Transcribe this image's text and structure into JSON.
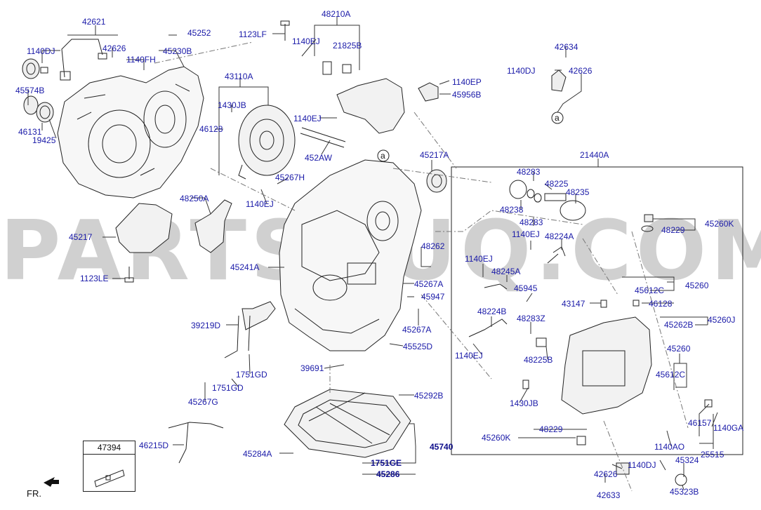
{
  "watermark": "PARTSOUQ.COM",
  "callout_letter": "a",
  "direction_label": "FR.",
  "labels": {
    "p42621": "42621",
    "p45252": "45252",
    "p1140DJ_a": "1140DJ",
    "p42626_a": "42626",
    "p1140FH": "1140FH",
    "p45230B": "45230B",
    "p45574B": "45574B",
    "p46131": "46131",
    "p19425": "19425",
    "p48210A": "48210A",
    "p1123LF": "1123LF",
    "p1140EJ_a": "1140EJ",
    "p21825B": "21825B",
    "p42634": "42634",
    "p1140DJ_b": "1140DJ",
    "p42626_b": "42626",
    "p1140EP": "1140EP",
    "p45956B": "45956B",
    "p43110A": "43110A",
    "p1430JB_a": "1430JB",
    "p46128_a": "46128",
    "p1140EJ_b": "1140EJ",
    "p452AW": "452AW",
    "p45217A": "45217A",
    "p21440A": "21440A",
    "p45267H": "45267H",
    "p1140EJ_c": "1140EJ",
    "p48250A": "48250A",
    "p45217": "45217",
    "p1123LE": "1123LE",
    "p45241A": "45241A",
    "p48262": "48262",
    "p45267A_a": "45267A",
    "p45947": "45947",
    "p45267A_b": "45267A",
    "p45525D": "45525D",
    "p39219D": "39219D",
    "p1751GD_a": "1751GD",
    "p1751GD_b": "1751GD",
    "p39691": "39691",
    "p45267G": "45267G",
    "p45292B": "45292B",
    "p46215D": "46215D",
    "p45284A": "45284A",
    "p45740": "45740",
    "p1751GE": "1751GE",
    "p45286": "45286",
    "p47394": "47394",
    "p48283_a": "48283",
    "p48225": "48225",
    "p48235": "48235",
    "p48238": "48238",
    "p48283_b": "48283",
    "p45260K_a": "45260K",
    "p48229_a": "48229",
    "p1140EJ_d": "1140EJ",
    "p48224A": "48224A",
    "p1140EJ_e": "1140EJ",
    "p48245A": "48245A",
    "p45945": "45945",
    "p45612C_a": "45612C",
    "p45260_a": "45260",
    "p43147": "43147",
    "p46128_b": "46128",
    "p48224B": "48224B",
    "p48283Z": "48283Z",
    "p45262B": "45262B",
    "p45260J": "45260J",
    "p1140EJ_f": "1140EJ",
    "p48225B": "48225B",
    "p45260_b": "45260",
    "p45612C_b": "45612C",
    "p1430JB_b": "1430JB",
    "p46157": "46157",
    "p1140GA": "1140GA",
    "p45260K_b": "45260K",
    "p48229_b": "48229",
    "p1140AO": "1140AO",
    "p25515": "25515",
    "p45324": "45324",
    "p1140DJ_c": "1140DJ",
    "p42626_c": "42626",
    "p42633": "42633",
    "p45323B": "45323B"
  }
}
